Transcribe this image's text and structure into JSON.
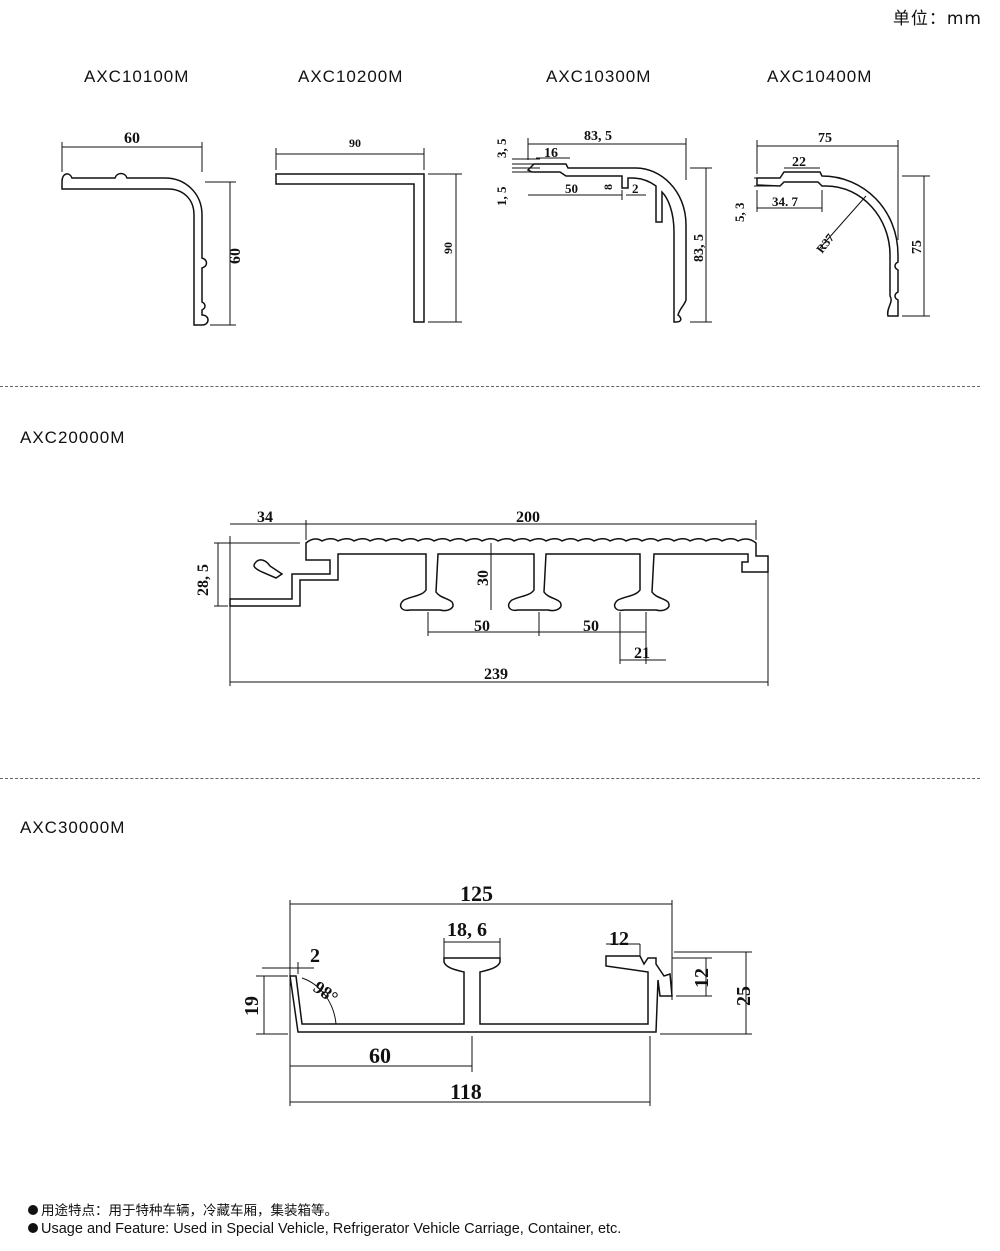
{
  "unit_label": "单位：mm",
  "profiles": {
    "p1": {
      "code": "AXC10100M",
      "dims": {
        "width": "60",
        "height": "60"
      }
    },
    "p2": {
      "code": "AXC10200M",
      "dims": {
        "width": "90",
        "height": "90"
      }
    },
    "p3": {
      "code": "AXC10300M",
      "dims": {
        "width": "83, 5",
        "height": "83, 5",
        "lip_height": "3, 5",
        "lip_width": "16",
        "base_thickness": "1, 5",
        "inner_width": "50",
        "tab_height": "8",
        "tab_gap": "2"
      }
    },
    "p4": {
      "code": "AXC10400M",
      "dims": {
        "width": "75",
        "height": "75",
        "lip_width": "22",
        "offset_height": "5, 3",
        "offset_width": "34. 7",
        "radius": "R37"
      }
    },
    "p5": {
      "code": "AXC20000M",
      "dims": {
        "hook_width": "34",
        "deck_width": "200",
        "height": "28, 5",
        "rib_height": "30",
        "rib_spacing_1": "50",
        "rib_spacing_2": "50",
        "flange_width": "21",
        "total_width": "239"
      }
    },
    "p6": {
      "code": "AXC30000M",
      "dims": {
        "total_width": "125",
        "center_flange": "18, 6",
        "right_flange": "12",
        "wall_thickness": "2",
        "angle": "98°",
        "left_height": "19",
        "right_offset": "12",
        "total_height": "25",
        "half_width": "60",
        "base_width": "118"
      }
    }
  },
  "notes": {
    "zh": "用途特点：用于特种车辆，冷藏车厢，集装箱等。",
    "en": "Usage and Feature: Used in Special Vehicle, Refrigerator Vehicle Carriage, Container, etc."
  }
}
